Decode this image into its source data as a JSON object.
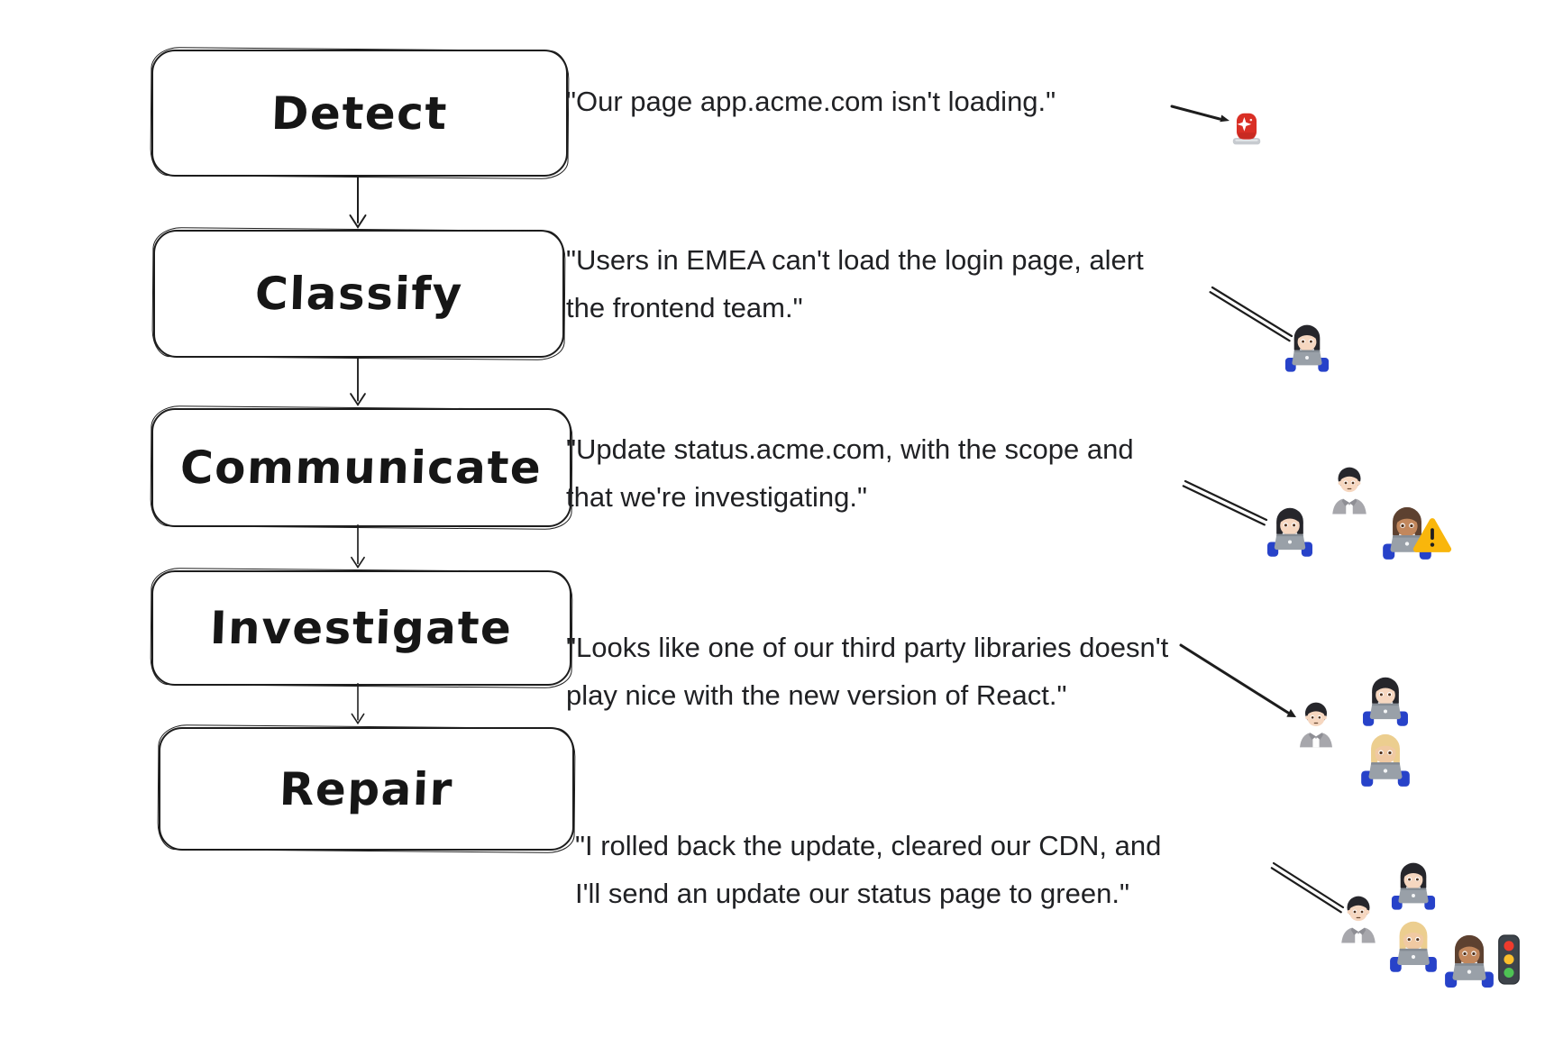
{
  "diagram": {
    "steps": [
      {
        "label": "Detect",
        "quote_lines": [
          "\"Our page app.acme.com isn't loading.\""
        ],
        "icons": [
          "police-car-light"
        ]
      },
      {
        "label": "Classify",
        "quote_lines": [
          "\"Users in EMEA can't load the login page, alert",
          "the frontend team.\""
        ],
        "icons": [
          "woman-technologist"
        ]
      },
      {
        "label": "Communicate",
        "quote_lines": [
          "\"Update status.acme.com, with the scope and",
          "that we're investigating.\""
        ],
        "icons": [
          "woman-technologist",
          "office-worker",
          "man-technologist",
          "warning-sign"
        ]
      },
      {
        "label": "Investigate",
        "quote_lines": [
          "\"Looks like one of our third party libraries doesn't",
          "play nice with the new version of React.\""
        ],
        "icons": [
          "office-worker",
          "woman-technologist",
          "blonde-woman-technologist"
        ]
      },
      {
        "label": "Repair",
        "quote_lines": [
          "\"I rolled back the update, cleared our CDN, and",
          "I'll send an update our status page to green.\""
        ],
        "icons": [
          "office-worker",
          "woman-technologist",
          "blonde-woman-technologist",
          "man-technologist",
          "traffic-light"
        ]
      }
    ],
    "colors": {
      "ink": "#1d1d1d",
      "text": "#202124",
      "siren_red": "#d92f25",
      "warning_yellow": "#f9b60b",
      "shirt_blue": "#2742c9",
      "laptop_gray": "#99a0a8"
    }
  }
}
